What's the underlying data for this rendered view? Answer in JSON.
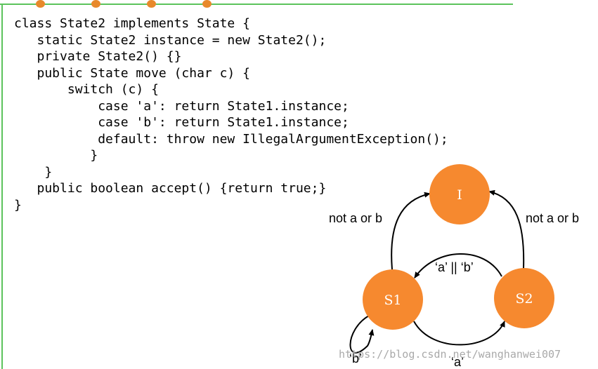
{
  "code_lines": [
    "class State2 implements State {",
    "   static State2 instance = new State2();",
    "   private State2() {}",
    "   public State move (char c) {",
    "       switch (c) {",
    "           case 'a': return State1.instance;",
    "           case 'b': return State1.instance;",
    "           default: throw new IllegalArgumentException();",
    "          }",
    "    }",
    "   public boolean accept() {return true;}",
    "}"
  ],
  "diagram": {
    "nodes": {
      "i": "I",
      "s1": "S1",
      "s2": "S2"
    },
    "edges": {
      "s1_to_i": "not a or b",
      "s2_to_i": "not a or b",
      "s2_to_s1": "‘a’ || ‘b’",
      "s1_to_s2": "‘a’",
      "s1_loop": "‘b’"
    },
    "node_color": "#f6892f",
    "frame_color": "#5cc35c"
  },
  "watermark": "https://blog.csdn.net/wanghanwei007"
}
